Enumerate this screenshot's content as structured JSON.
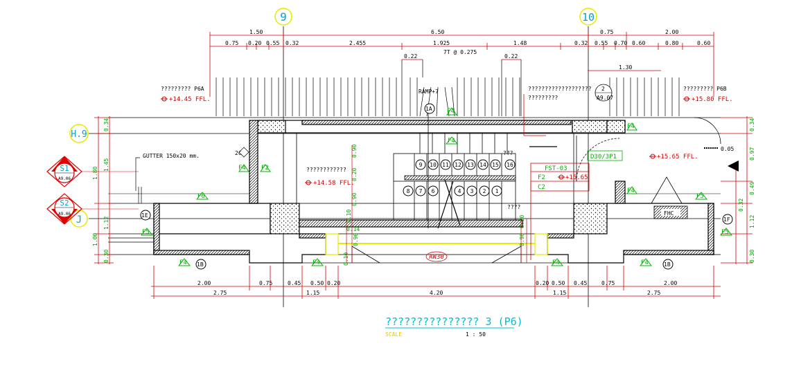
{
  "grid_bubbles": {
    "col_9": "9",
    "col_10": "10",
    "row_h9": "H.9",
    "row_j": "J"
  },
  "dims_top": {
    "d1": "1.50",
    "d2": "6.50",
    "d3": "0.75",
    "d4": "2.00",
    "s1": "0.75",
    "s2": "0.20",
    "s3": "0.55",
    "s4": "0.32",
    "s5": "2.455",
    "s6": "1.925",
    "s7": "1.48",
    "s8": "0.32",
    "s9": "0.55",
    "s10": "0.70",
    "s11": "0.60",
    "s12": "0.80",
    "s13": "0.60",
    "tread": "7T @ 0.275",
    "t1": "0.22",
    "t2": "0.22",
    "t3": "1.30"
  },
  "dims_bottom": {
    "b1": "2.00",
    "b2": "0.75",
    "b3": "0.45",
    "b4": "0.50",
    "b5": "0.20",
    "b6": "0.20",
    "b7": "0.50",
    "b8": "0.45",
    "b9": "0.75",
    "b10": "2.00",
    "c1": "2.75",
    "c2": "1.15",
    "c3": "4.20",
    "c4": "1.15",
    "c5": "2.75"
  },
  "dims_left": {
    "l1": "0.34",
    "l2": "1.45",
    "l3": "1.80",
    "l4": "1.12",
    "l5": "1.00",
    "l6": "0.30"
  },
  "dims_right": {
    "r1": "0.34",
    "r2": "0.97",
    "r3": "0.49",
    "r4": "0.32",
    "r5": "1.12",
    "r6": "0.30"
  },
  "dims_mid": {
    "m1": "0.90",
    "m2": "0.20",
    "m3": "0.90",
    "m4": "0.10",
    "m5": "0.14",
    "m6": "0.90",
    "m7": "0.10",
    "m8": "0.90",
    "m9": "0.20",
    "m10": "0.05"
  },
  "labels": {
    "p6a": "????????? P6A",
    "p6a_lvl": "+14.45 FFL.",
    "p6b": "????????? P6B",
    "p6b_lvl": "+15.80 FFL.",
    "ramp": "RAMP+7",
    "note": "???????????????????",
    "note2": "?????????",
    "gutter": "GUTTER 150x20 mm.",
    "mid_lbl": "????????????",
    "mid_lvl": "+14.58 FFL.",
    "right_lvl": "+15.65 FFL.",
    "fst": "FST-03",
    "fst_f": "F2",
    "fst_c": "C2",
    "fst_lvl": "+15.65",
    "q1": "???",
    "q2": "????",
    "aw": "AW30",
    "fhc": "FHC",
    "door_tag": "D30/3P1",
    "section_ref": "2",
    "section_sub": "A9.07",
    "tag_2c": "2C",
    "tag_1a": "1A",
    "tag_1b": "1B",
    "tag_1e": "1E",
    "tag_1f": "1F",
    "f4": "F4",
    "f5": "F5",
    "f6": "F6",
    "f2": "F2"
  },
  "sections": {
    "s1": "S1",
    "s1_sub": "A9.06",
    "s2": "S2",
    "s2_sub": "A9.06"
  },
  "steps_upper": [
    "9",
    "10",
    "11",
    "12",
    "13",
    "14",
    "15",
    "16"
  ],
  "steps_lower": [
    "8",
    "7",
    "6",
    "4",
    "3",
    "2",
    "1"
  ],
  "title": {
    "main": "??????????????? 3 (P6)",
    "scale_label": "SCALE",
    "scale_value": "1 : 50"
  },
  "colors": {
    "linework": "#000000",
    "dimension": "#d00000",
    "text_green": "#00b000",
    "title_cyan": "#00c0d0",
    "bubble_yellow": "#e8e800",
    "section_red": "#e00000"
  }
}
